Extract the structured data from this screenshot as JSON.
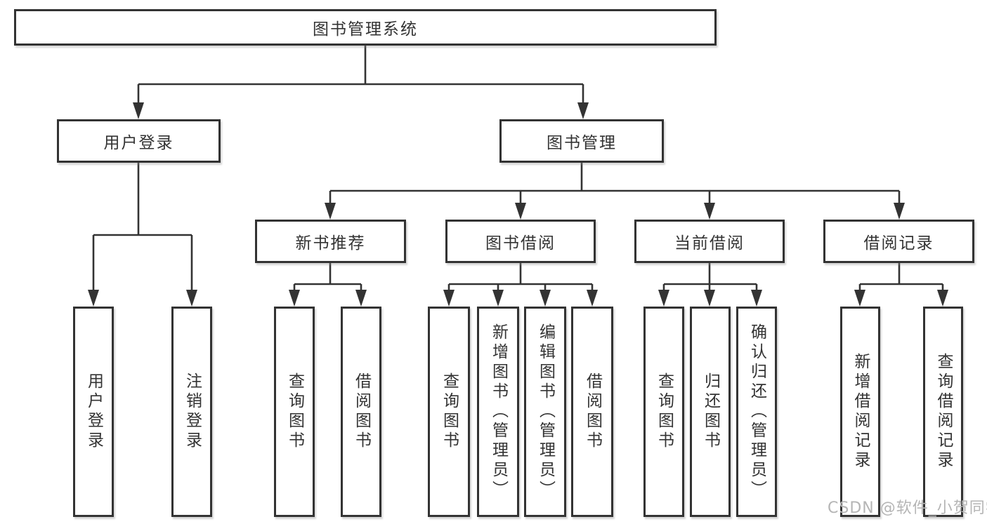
{
  "tree": {
    "root": {
      "label": "图书管理系统"
    },
    "level2": [
      {
        "label": "用户登录",
        "leaves": [
          {
            "label": "用户登录"
          },
          {
            "label": "注销登录"
          }
        ]
      },
      {
        "label": "图书管理",
        "groups": [
          {
            "label": "新书推荐",
            "leaves": [
              {
                "label": "查询图书"
              },
              {
                "label": "借阅图书"
              }
            ]
          },
          {
            "label": "图书借阅",
            "leaves": [
              {
                "label": "查询图书"
              },
              {
                "label": "新增图书（管理员）"
              },
              {
                "label": "编辑图书（管理员）"
              },
              {
                "label": "借阅图书"
              }
            ]
          },
          {
            "label": "当前借阅",
            "leaves": [
              {
                "label": "查询图书"
              },
              {
                "label": "归还图书"
              },
              {
                "label": "确认归还（管理员）"
              }
            ]
          },
          {
            "label": "借阅记录",
            "leaves": [
              {
                "label": "新增借阅记录"
              },
              {
                "label": "查询借阅记录"
              }
            ]
          }
        ]
      }
    ]
  },
  "watermark": {
    "text": "CSDN @软件_小贺同学"
  },
  "colors": {
    "line": "#333333",
    "text": "#333333",
    "box_background": "#ffffff",
    "watermark": "#b5b5b5"
  }
}
